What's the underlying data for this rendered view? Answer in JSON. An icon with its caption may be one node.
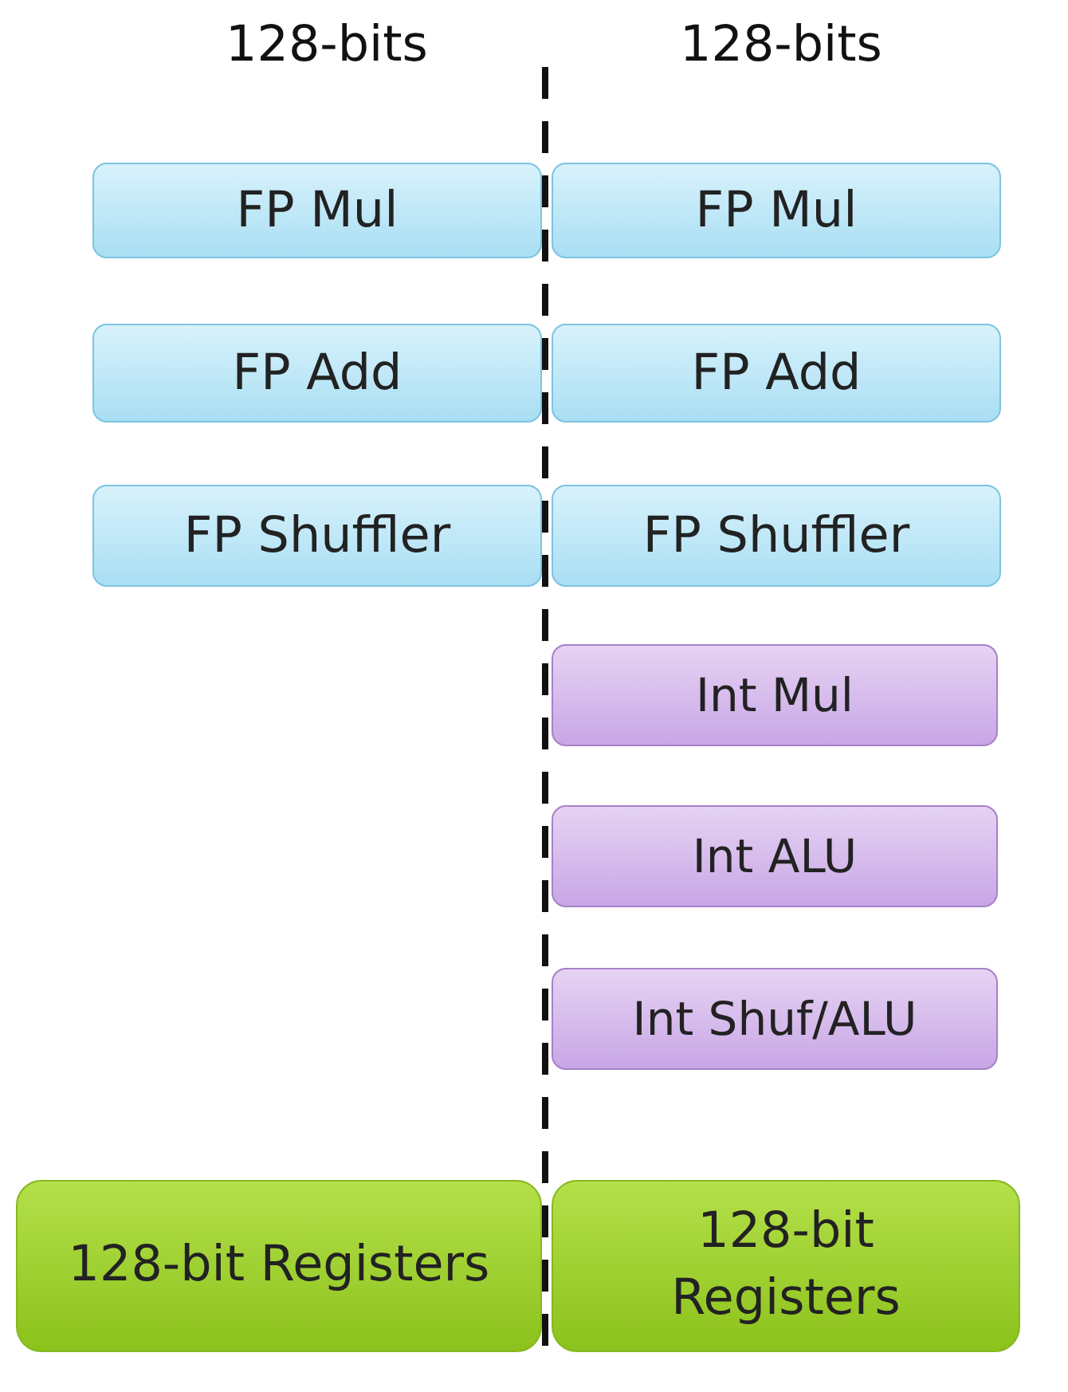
{
  "diagram": {
    "nodes": [
      {
        "text": [
          "FP Mul"
        ]
      },
      {
        "text": [
          "FP Mul"
        ]
      },
      {
        "text": [
          "FP Add"
        ]
      },
      {
        "text": [
          "FP Add"
        ]
      },
      {
        "text": [
          "FP Shuffler"
        ]
      },
      {
        "text": [
          "FP Shuffler"
        ]
      },
      {
        "text": [
          "Int Mul"
        ]
      },
      {
        "text": [
          "Int ALU"
        ]
      },
      {
        "text": [
          "Int Shuf/ALU"
        ]
      },
      {
        "text": [
          "128-bit Registers"
        ]
      },
      {
        "text": [
          "128-bit Registers"
        ]
      }
    ],
    "labels": [
      "128-bits",
      "128-bits"
    ]
  }
}
